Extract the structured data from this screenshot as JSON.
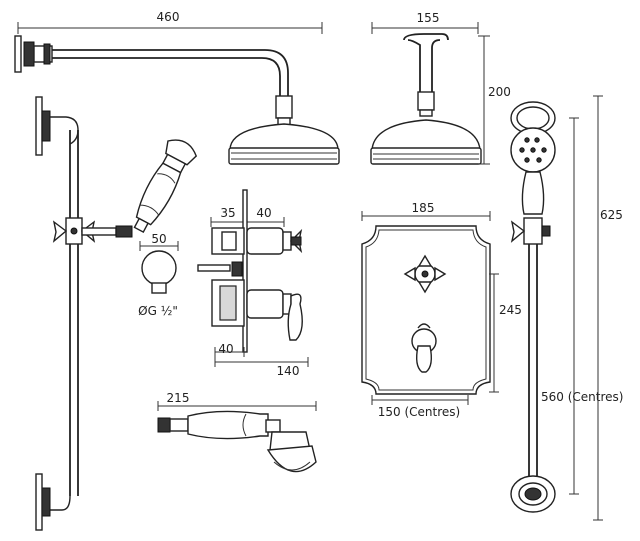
{
  "dimensions": {
    "arm_length": "460",
    "head_diameter": "155",
    "head_drop": "200",
    "valve_depth_a": "35",
    "valve_depth_b": "40",
    "outlet_elbow": "50",
    "thread_size": "ØG ½\"",
    "valve_depth_c": "40",
    "valve_width": "140",
    "plate_width": "185",
    "plate_height": "245",
    "handle_centres": "150 (Centres)",
    "handset_length": "215",
    "riser_height": "625",
    "riser_centres": "560 (Centres)"
  }
}
